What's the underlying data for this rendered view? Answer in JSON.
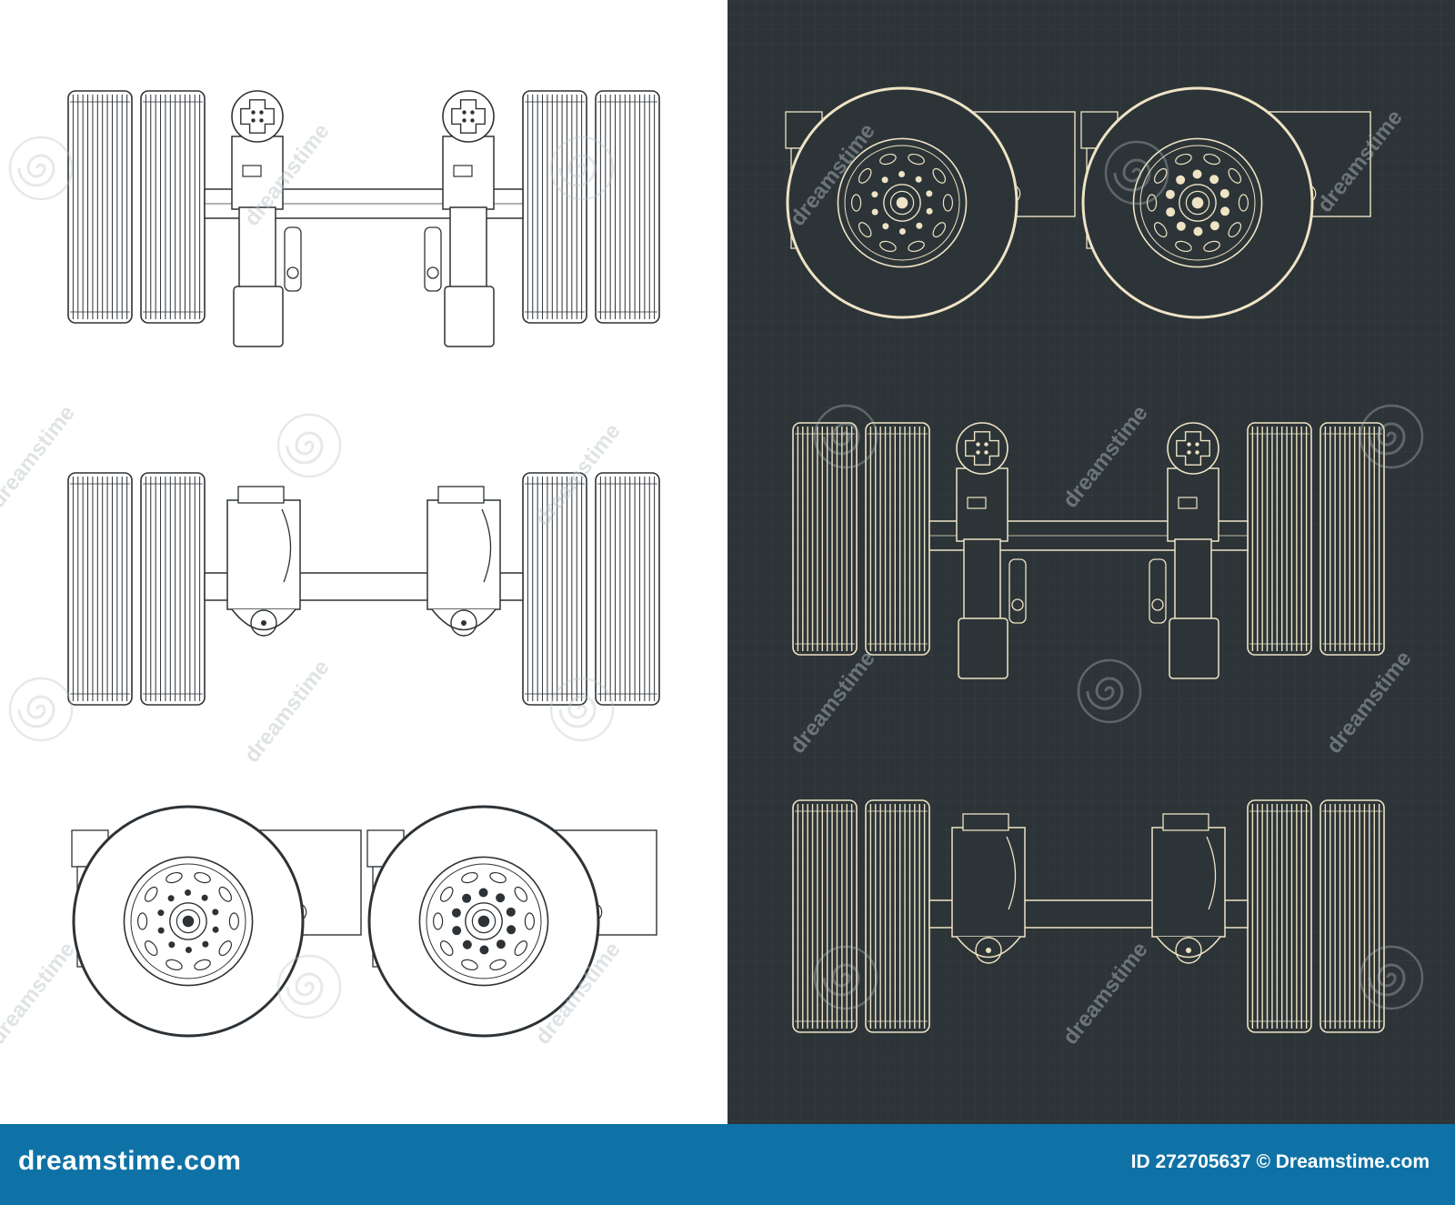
{
  "colors": {
    "light_bg": "#ffffff",
    "light_line": "#2d3236",
    "dark_bg": "#2c3437",
    "dark_grid": "#3b4447",
    "dark_line": "#efe3c5",
    "footer_bg": "#0f72a6",
    "footer_text": "#ffffff",
    "watermark": "#b9c3c6"
  },
  "panels": {
    "light": {
      "views": [
        {
          "view": "top",
          "label": "top-view-drawing"
        },
        {
          "view": "rear",
          "label": "rear-view-drawing"
        },
        {
          "view": "side",
          "label": "side-view-drawing"
        }
      ]
    },
    "dark": {
      "views": [
        {
          "view": "side",
          "label": "side-view-drawing"
        },
        {
          "view": "top",
          "label": "top-view-drawing"
        },
        {
          "view": "rear",
          "label": "rear-view-drawing"
        }
      ]
    }
  },
  "watermark_text": "dreamstime",
  "footer": {
    "logo": "dreamstime.com",
    "id_label": "ID 272705637",
    "copyright": "© Dreamstime.com"
  }
}
